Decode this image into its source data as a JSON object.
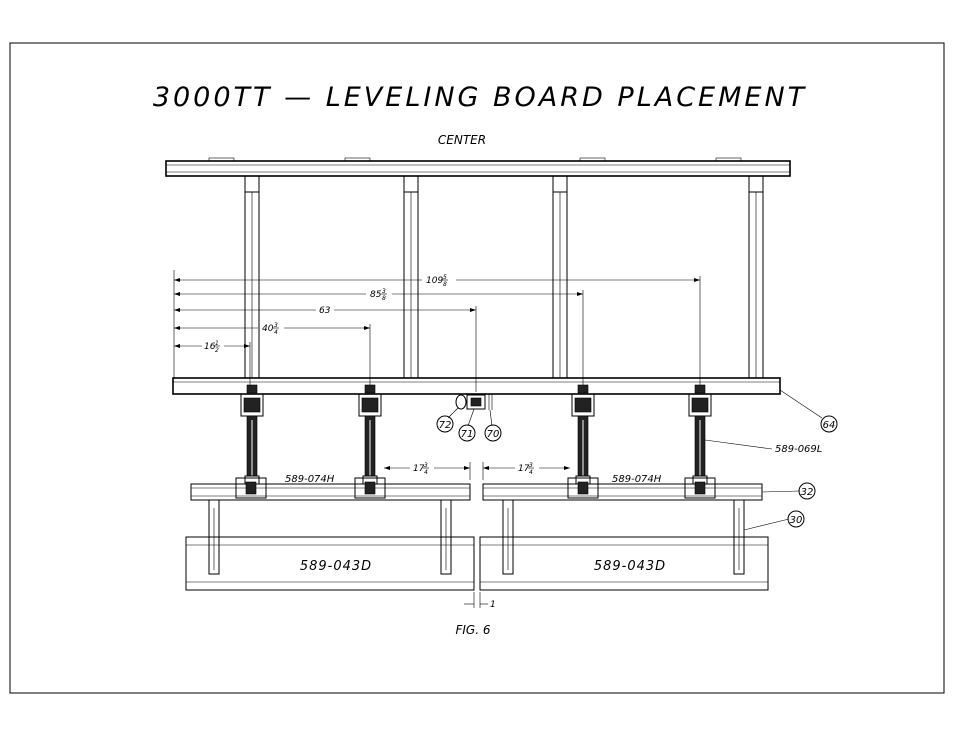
{
  "title": "3000TT — LEVELING BOARD PLACEMENT",
  "center_label": "CENTER",
  "figure_label": "FIG. 6",
  "dimensions": {
    "d_109": "109",
    "d_109_num": "5",
    "d_109_den": "8",
    "d_85": "85",
    "d_85_num": "3",
    "d_85_den": "8",
    "d_63": "63",
    "d_40": "40",
    "d_40_num": "3",
    "d_40_den": "4",
    "d_16": "16",
    "d_16_num": "1",
    "d_16_den": "2",
    "d_17_left": "17",
    "d_17_left_num": "3",
    "d_17_left_den": "4",
    "d_17_right": "17",
    "d_17_right_num": "3",
    "d_17_right_den": "4",
    "gap": "1"
  },
  "callouts": {
    "c64": "64",
    "c72": "72",
    "c71": "71",
    "c70": "70",
    "c32": "32",
    "c30": "30"
  },
  "part_numbers": {
    "rail_left": "589-074H",
    "rail_right": "589-074H",
    "board_left": "589-043D",
    "board_right": "589-043D",
    "jack": "589-069L"
  }
}
